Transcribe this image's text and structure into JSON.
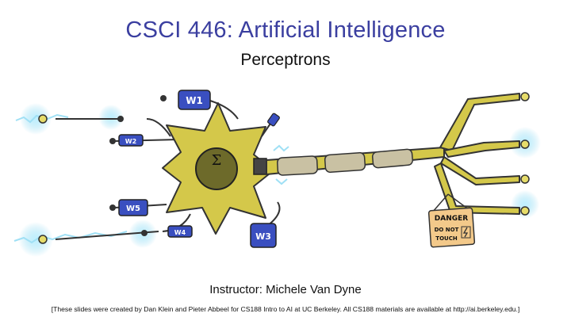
{
  "slide": {
    "title": "CSCI 446: Artificial Intelligence",
    "subtitle": "Perceptrons",
    "instructor": "Instructor: Michele Van Dyne",
    "credits": "[These slides were created by Dan Klein and Pieter Abbeel for CS188 Intro to AI at UC Berkeley.  All CS188 materials are available at http://ai.berkeley.edu.]"
  },
  "neuron": {
    "sum_symbol": "Σ",
    "weights": [
      "W1",
      "W2",
      "W3",
      "W4",
      "W5"
    ],
    "danger_sign": {
      "line1": "DANGER",
      "line2": "DO NOT",
      "line3": "TOUCH"
    }
  },
  "colors": {
    "title": "#3b3fa0",
    "body_fill": "#d4c84a",
    "nucleus": "#6d6a2a",
    "weight_block": "#3a4fc0",
    "spark": "#8fd8f0",
    "sign": "#f3c98a"
  }
}
